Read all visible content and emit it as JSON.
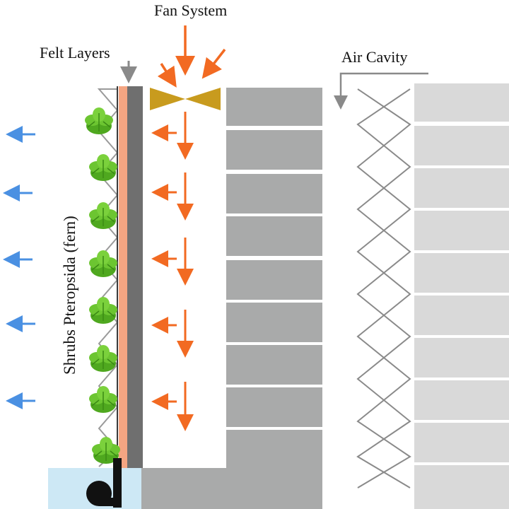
{
  "labels": {
    "fan_system": "Fan System",
    "felt_layers": "Felt Layers",
    "air_cavity": "Air Cavity",
    "plants": "Shrubs Pteropsida (fern)"
  },
  "colors": {
    "airflow_arrow": "#f26a22",
    "outflow_arrow": "#4a90e2",
    "fan": "#c89b1e",
    "felt_outer": "#f4a582",
    "felt_inner": "#6f6f6f",
    "block": "#a9aaaa",
    "block_light": "#d9d9d9",
    "cavity_lines": "#8a8a8a",
    "water_tank": "#cde8f5",
    "plant": "#5fbf2a"
  },
  "icons": {
    "fan": "fan-icon",
    "plant": "fern-plant-icon",
    "pump": "pump-icon"
  }
}
